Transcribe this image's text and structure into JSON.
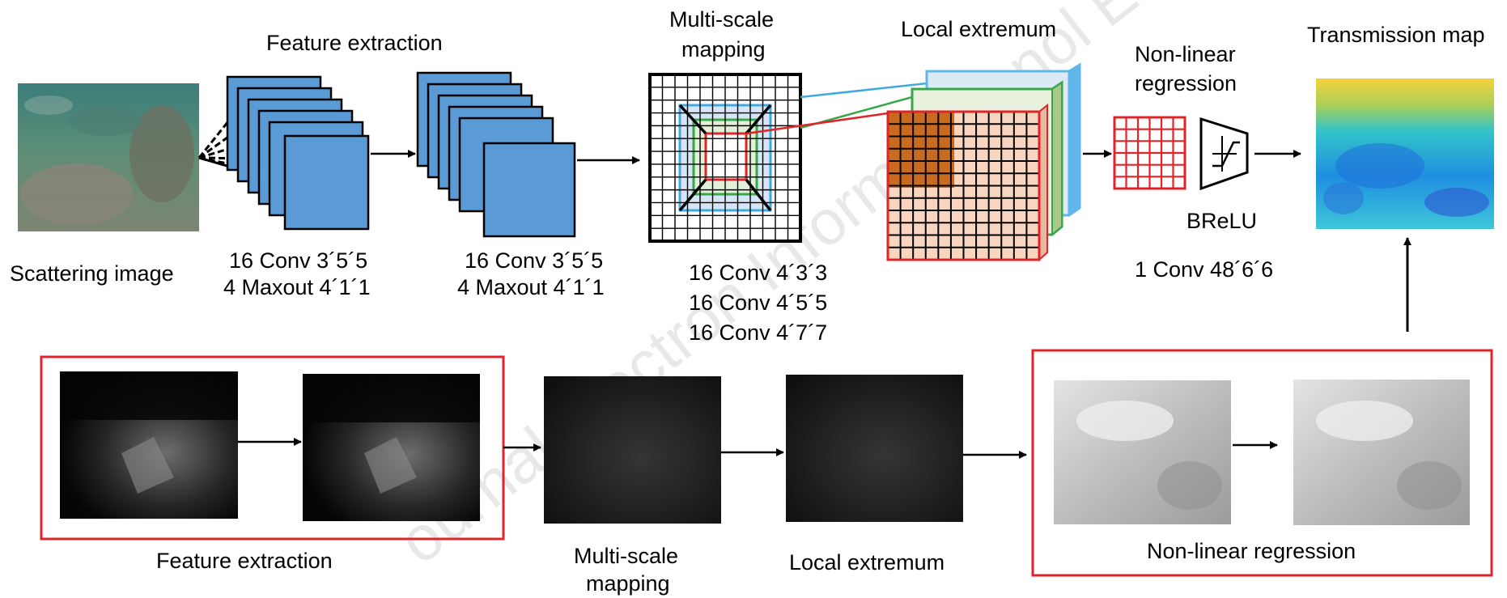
{
  "top_labels": {
    "feature_extraction": "Feature extraction",
    "multi_scale_line1": "Multi-scale",
    "multi_scale_line2": "mapping",
    "local_extremum": "Local extremum",
    "nonlinear_line1": "Non-linear",
    "nonlinear_line2": "regression",
    "transmission_map": "Transmission map",
    "scattering_image": "Scattering image",
    "brelu": "BReLU"
  },
  "conv_labels": {
    "conv1_line1": "16 Conv 3´5´5",
    "conv1_line2": "4 Maxout 4´1´1",
    "conv2_line1": "16 Conv 3´5´5",
    "conv2_line2": "4 Maxout 4´1´1",
    "ms_line1": "16 Conv 4´3´3",
    "ms_line2": "16 Conv 4´5´5",
    "ms_line3": "16 Conv 4´7´7",
    "nl_conv": "1 Conv 48´6´6"
  },
  "bottom_labels": {
    "feature_extraction": "Feature extraction",
    "multi_scale_line1": "Multi-scale",
    "multi_scale_line2": "mapping",
    "local_extremum": "Local extremum",
    "nonlinear_regression": "Non-linear regression"
  },
  "watermark": "ournal Electron Inform Technol Eleo",
  "colors": {
    "feature_map_fill": "#5b9bd5",
    "box_red": "#e0252a",
    "grid_blue": "#3fa9e0",
    "grid_green": "#3aa64a",
    "patch_orange": "#c96a1f",
    "patch_peach": "#f8d5bf",
    "volume_green": "#a9c98a",
    "volume_blue": "#5fb7ea"
  },
  "icons": {
    "fan_lines": "connection-fan-icon",
    "brelu_shape": "brelu-activation-icon",
    "arrow": "arrow-right-icon"
  }
}
